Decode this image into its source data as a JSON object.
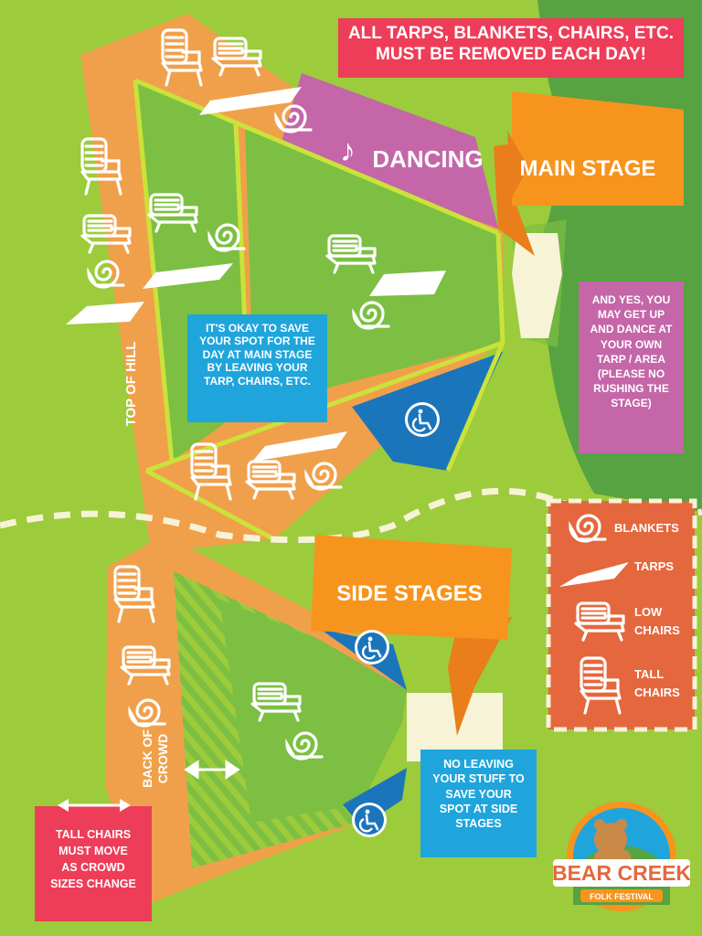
{
  "notice": {
    "top": [
      "ALL TARPS, BLANKETS, CHAIRS, ETC.",
      "MUST BE REMOVED EACH DAY!"
    ]
  },
  "areas": {
    "dancing": "DANCING",
    "main_stage": "MAIN STAGE",
    "side_stages": "SIDE STAGES",
    "top_of_hill": "TOP OF HILL",
    "back_of_crowd": [
      "BACK OF",
      "CROWD"
    ]
  },
  "info": {
    "main_stage_save": [
      "IT'S OKAY TO SAVE",
      "YOUR SPOT FOR THE",
      "DAY AT MAIN STAGE",
      "BY LEAVING YOUR",
      "TARP, CHAIRS, ETC."
    ],
    "dance_note": [
      "AND YES, YOU",
      "MAY GET UP",
      "AND DANCE AT",
      "YOUR OWN",
      "TARP / AREA",
      "(PLEASE NO",
      "RUSHING THE",
      "STAGE)"
    ],
    "side_stage_note": [
      "NO LEAVING",
      "YOUR STUFF TO",
      "SAVE YOUR",
      "SPOT AT SIDE",
      "STAGES"
    ],
    "tall_chairs_note": [
      "TALL CHAIRS",
      "MUST MOVE",
      "AS CROWD",
      "SIZES CHANGE"
    ]
  },
  "legend": {
    "items": [
      {
        "label": [
          "BLANKETS"
        ],
        "icon": "blanket-icon"
      },
      {
        "label": [
          "TARPS"
        ],
        "icon": "tarp-icon"
      },
      {
        "label": [
          "LOW",
          "CHAIRS"
        ],
        "icon": "low-chair-icon"
      },
      {
        "label": [
          "TALL",
          "CHAIRS"
        ],
        "icon": "tall-chair-icon"
      }
    ]
  },
  "logo": {
    "name": "BEAR CREEK",
    "sub": "FOLK FESTIVAL"
  },
  "colors": {
    "grass": "#9ccb3c",
    "lawn": "#7cbf43",
    "dark_green": "#57a241",
    "orange_zone": "#f0a04b",
    "stage_orange": "#f7941d",
    "dance_purple": "#c466a8",
    "accessible_blue": "#1b75bb",
    "info_blue": "#1fa5dc",
    "alert_red": "#ee3d59",
    "legend_orange": "#e5673d",
    "stage_cream": "#f7f3d7",
    "boundary_yellow": "#cbe23a"
  }
}
